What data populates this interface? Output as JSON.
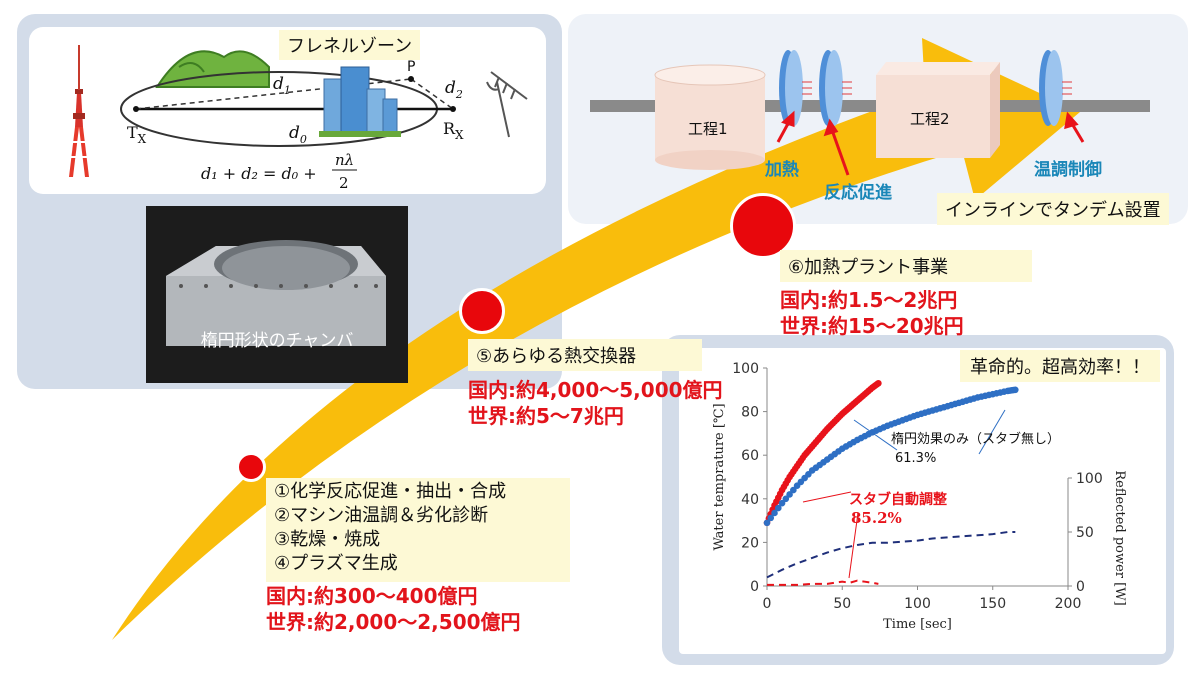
{
  "fresnel": {
    "title": "フレネルゾーン",
    "tx": "T",
    "tx_sub": "X",
    "rx": "R",
    "rx_sub": "X",
    "p": "P",
    "d1": "d",
    "d1_sub": "1",
    "d2": "d",
    "d2_sub": "2",
    "d0": "d",
    "d0_sub": "0",
    "formula_left": "d₁ + d₂ = d₀ +",
    "formula_num": "nλ",
    "formula_den": "2"
  },
  "chamber": {
    "caption": "楕円形状のチャンバ"
  },
  "process": {
    "step1": "工程1",
    "step2": "工程2",
    "heating": "加熱",
    "reaction": "反応促進",
    "temp_control": "温調制御",
    "inline_note": "インラインでタンデム設置"
  },
  "markets": [
    {
      "lines": [
        "①化学反応促進・抽出・合成",
        "②マシン油温調＆劣化診断",
        "③乾燥・焼成",
        "④プラズマ生成"
      ],
      "domestic": "国内:約300～400億円",
      "world": "世界:約2,000～2,500億円"
    },
    {
      "lines": [
        "⑤あらゆる熱交換器"
      ],
      "domestic": "国内:約4,000～5,000億円",
      "world": "世界:約5～7兆円"
    },
    {
      "lines": [
        "⑥加熱プラント事業"
      ],
      "domestic": "国内:約1.5～2兆円",
      "world": "世界:約15～20兆円"
    }
  ],
  "chart_note": "革命的。超高効率！！",
  "chart_data": {
    "type": "line",
    "xlabel": "Time [sec]",
    "ylabel": "Water temprature  [℃]",
    "y2label": "Reflected power [W]",
    "xlim": [
      0,
      200
    ],
    "ylim": [
      0,
      100
    ],
    "y2lim": [
      0,
      100
    ],
    "xticks": [
      "0",
      "50",
      "100",
      "150",
      "200"
    ],
    "yticks": [
      "0",
      "20",
      "40",
      "60",
      "80",
      "100"
    ],
    "y2ticks": [
      "0",
      "50",
      "100"
    ],
    "annotations": [
      {
        "text": "楕円効果のみ（スタブ無し）",
        "value": "61.3%"
      },
      {
        "text": "スタブ自動調整",
        "value": "85.2%"
      }
    ],
    "series": [
      {
        "color": "#e8131b",
        "axis": "left",
        "style": "thick",
        "x": [
          0,
          5,
          10,
          15,
          20,
          25,
          30,
          35,
          40,
          45,
          50,
          55,
          60,
          65,
          70,
          74
        ],
        "y": [
          29,
          37,
          44,
          50,
          55,
          60,
          64,
          68,
          72,
          75.5,
          79,
          82,
          85,
          88,
          91,
          93
        ]
      },
      {
        "color": "#2e6fc4",
        "axis": "left",
        "style": "thick",
        "x": [
          0,
          10,
          20,
          30,
          40,
          50,
          60,
          70,
          80,
          90,
          100,
          110,
          120,
          130,
          140,
          150,
          160,
          165
        ],
        "y": [
          29,
          38,
          46,
          53,
          58,
          63,
          67,
          70.5,
          73.5,
          76,
          78.5,
          80.5,
          82.5,
          84.5,
          86.5,
          88,
          89.5,
          90
        ]
      },
      {
        "color": "#1f2f7a",
        "axis": "right",
        "style": "dashed",
        "x": [
          0,
          10,
          20,
          30,
          40,
          50,
          60,
          70,
          80,
          90,
          100,
          110,
          120,
          130,
          140,
          150,
          160,
          165
        ],
        "y": [
          8,
          15,
          21,
          26,
          31,
          35,
          38,
          40,
          40,
          41,
          42,
          44,
          45,
          46,
          47,
          48,
          50,
          50
        ]
      },
      {
        "color": "#e8131b",
        "axis": "right",
        "style": "dashed",
        "x": [
          0,
          10,
          20,
          30,
          40,
          45,
          50,
          55,
          60,
          65,
          70,
          74
        ],
        "y": [
          1,
          1,
          1,
          2,
          2,
          3,
          4,
          3,
          5,
          4,
          3,
          2
        ]
      }
    ]
  }
}
